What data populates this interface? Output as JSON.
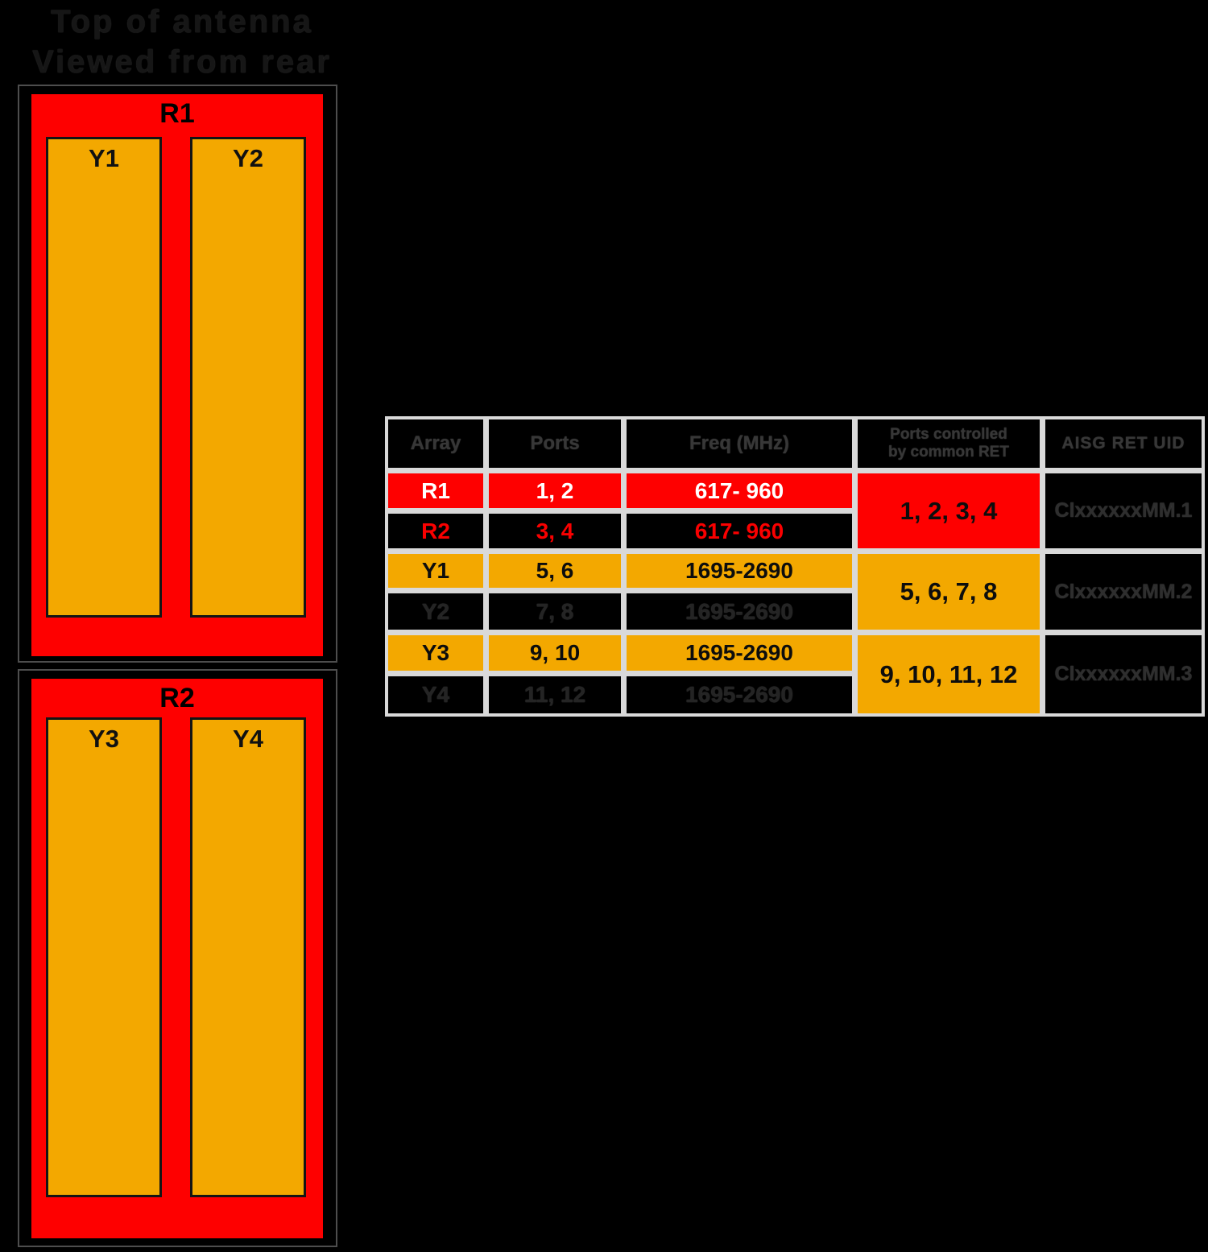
{
  "title": {
    "line1": "Top of antenna",
    "line2": "Viewed from rear"
  },
  "antenna_diagram": {
    "panels": [
      {
        "label": "R1",
        "sub_arrays": [
          "Y1",
          "Y2"
        ]
      },
      {
        "label": "R2",
        "sub_arrays": [
          "Y3",
          "Y4"
        ]
      }
    ]
  },
  "table": {
    "headers": {
      "array": "Array",
      "ports": "Ports",
      "freq": "Freq (MHz)",
      "ret_line1": "Ports controlled",
      "ret_line2": "by common RET",
      "uid": "AISG RET UID"
    },
    "rows": [
      {
        "array": "R1",
        "ports": "1, 2",
        "freq": "617- 960"
      },
      {
        "array": "R2",
        "ports": "3, 4",
        "freq": "617- 960"
      },
      {
        "array": "Y1",
        "ports": "5, 6",
        "freq": "1695-2690"
      },
      {
        "array": "Y2",
        "ports": "7, 8",
        "freq": "1695-2690"
      },
      {
        "array": "Y3",
        "ports": "9, 10",
        "freq": "1695-2690"
      },
      {
        "array": "Y4",
        "ports": "11, 12",
        "freq": "1695-2690"
      }
    ],
    "ret_groups": [
      {
        "ports": "1, 2, 3, 4",
        "uid": "ClxxxxxxMM.1"
      },
      {
        "ports": "5, 6, 7, 8",
        "uid": "ClxxxxxxMM.2"
      },
      {
        "ports": "9, 10, 11, 12",
        "uid": "ClxxxxxxMM.3"
      }
    ]
  },
  "colors": {
    "red": "#fe0000",
    "orange": "#f3a800",
    "table_grid": "#d9d9d9",
    "background": "#000000",
    "hidden_text": "#242424"
  }
}
